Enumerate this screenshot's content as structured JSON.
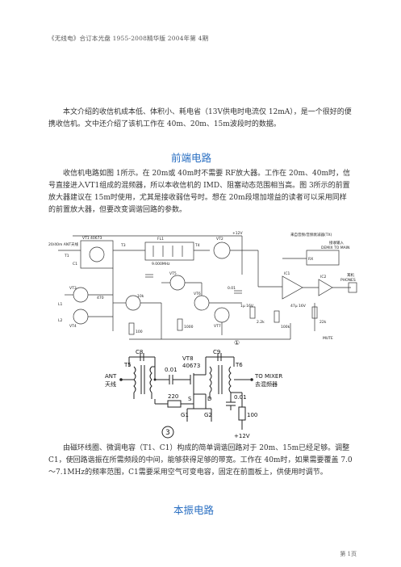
{
  "header": {
    "text": "《无线电》合订本光盘 1955-2008精华版 2004年第 4期"
  },
  "intro": {
    "text": "本文介绍的收信机成本低、体积小、耗电省（13V供电时电流仅 12mA），是一个很好的便携收信机。文中还介绍了该机工作在 40m、20m、15m波段时的数据。"
  },
  "section1": {
    "title": "前端电路",
    "para1": "收信机电路如图 1所示。在 20m或 40m时不需要 RF放大器。工作在 20m、40m时，信号直接进入VT1组成的混频器，所以本收信机的 IMD、阻塞动态范围相当高。图 3所示的前置放大器建议在 15m时使用，尤其是接收弱信号时。想在 20m段增加增益的读者可以采用同样的前置放大器，但要改变调谐回路的参数。",
    "para2": "由磁环线圈、微调电容（T1、C1）构成的简单调谐回路对于 20m、15m已经足够。调整 C1，使回路谐振在所需频段的中间，能够获得足够的带宽。工作在 40m时，如果需要覆盖 7.0～7.1MHz的频率范围，C1需要采用空气可变电容，固定在前面板上，供使用时调节。"
  },
  "figure1": {
    "label": "①",
    "ant_label": "20/40m ANT天线",
    "right_labels": [
      "来自音频/音频衰减器(TX)",
      "接收输入",
      "RX",
      "DEMIX TO MAIN",
      "耳机",
      "PHONES",
      "MUTE"
    ],
    "part_labels": [
      "VT1",
      "40673",
      "FL1",
      "VT2",
      "VT3",
      "VT4",
      "VT5",
      "VT6",
      "VT7",
      "IC1",
      "IC2",
      "C1",
      "T1",
      "9.000MHz",
      "T3",
      "T4",
      "L1",
      "L2",
      "+12V",
      "100",
      "1000",
      "0.01",
      "1μ 16V",
      "47μ 16V",
      "2.2k",
      "100k",
      "22k",
      "10k",
      "470"
    ]
  },
  "figure3": {
    "label": "3",
    "ant": "ANT",
    "ant_cn": "天线",
    "to_mixer": "TO MIXER",
    "to_mixer_cn": "去混频器",
    "c8": "C8",
    "c9": "C9",
    "t5": "T5",
    "t6": "T6",
    "vt8": "VT8",
    "vt8_part": "40673",
    "cap1": "0.01",
    "cap2": "0.01",
    "r220": "220",
    "r100": "100",
    "s": "S",
    "d": "D",
    "g1": "G1",
    "g2": "G2",
    "supply": "+12V"
  },
  "section2": {
    "title": "本振电路"
  },
  "footer": {
    "page": "第 1页"
  }
}
